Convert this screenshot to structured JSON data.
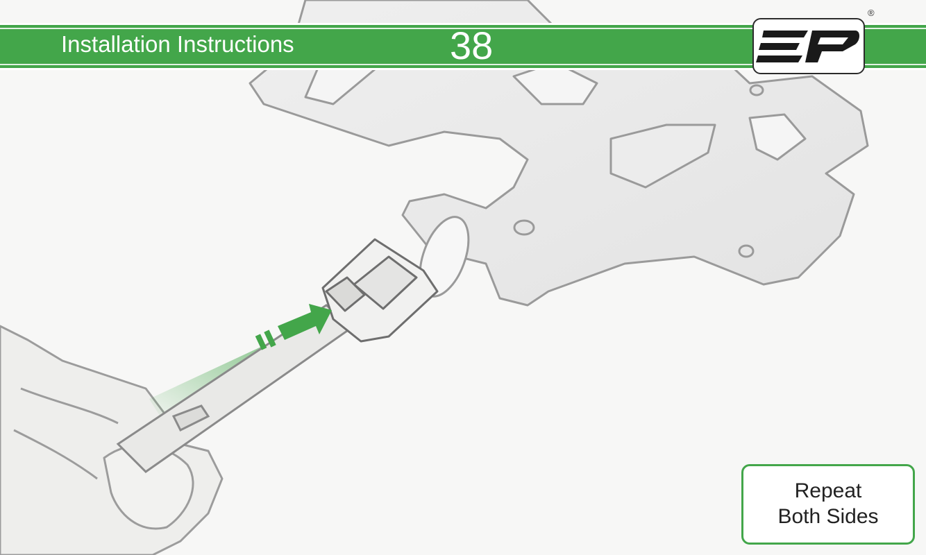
{
  "header": {
    "title": "Installation Instructions",
    "page_number": "38"
  },
  "logo": {
    "text": "EP",
    "registered_mark": "®"
  },
  "callout": {
    "line1": "Repeat",
    "line2": "Both Sides"
  },
  "colors": {
    "accent": "#43a64a",
    "header_text": "#ffffff",
    "background": "#f7f7f6",
    "sketch_line": "#8f8f8f"
  },
  "illustration": {
    "icon": "connector-insert-arrow-icon"
  }
}
